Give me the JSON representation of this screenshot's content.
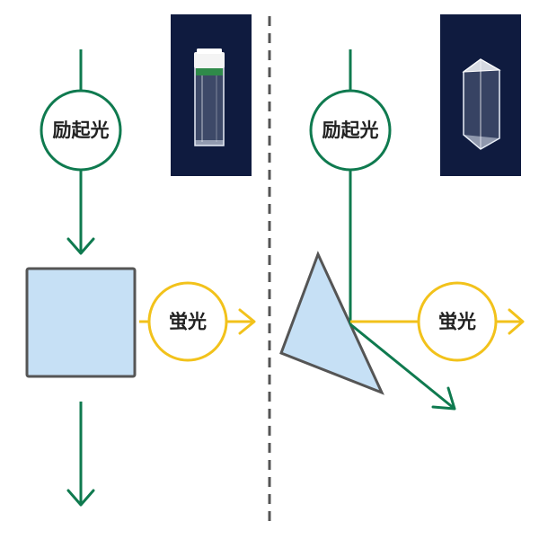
{
  "colors": {
    "excitation": "#0f7a4f",
    "fluorescence": "#f2c21b",
    "sample_fill": "#c6e0f5",
    "sample_stroke": "#555555",
    "divider": "#555555",
    "photo_background": "#0f1b3f"
  },
  "left_panel": {
    "excitation_label": "励起光",
    "fluorescence_label": "蛍光",
    "cell_shape": "square cuvette",
    "photo": "square-cuvette-photo"
  },
  "right_panel": {
    "excitation_label": "励起光",
    "fluorescence_label": "蛍光",
    "cell_shape": "triangular cuvette",
    "photo": "triangular-cuvette-photo"
  }
}
